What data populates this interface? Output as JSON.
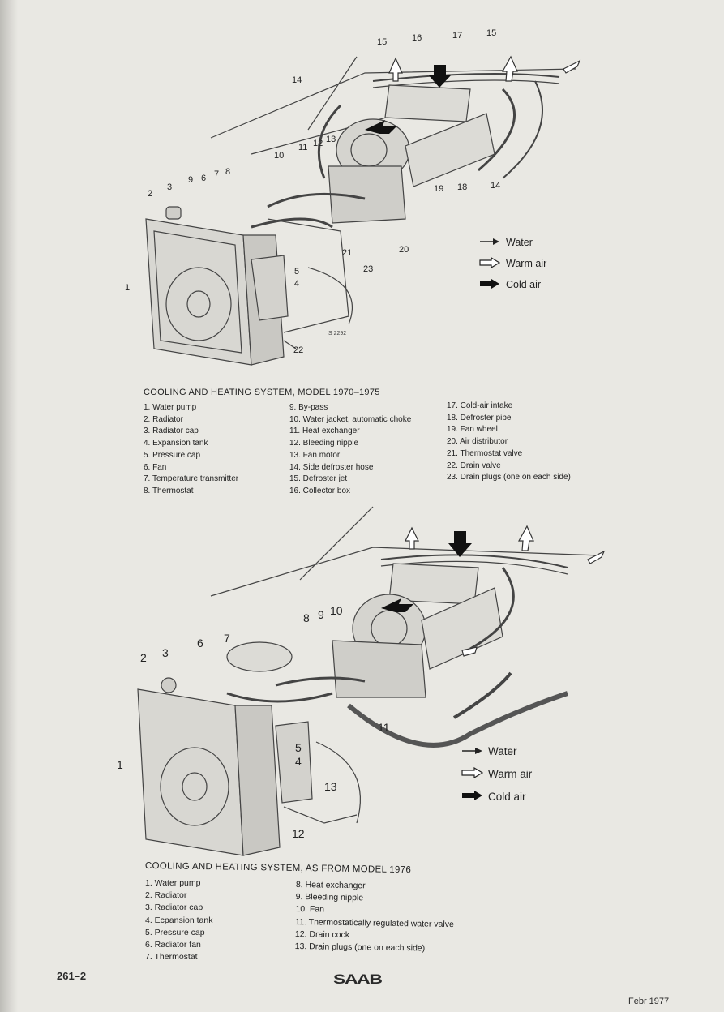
{
  "diagram_top": {
    "callouts": {
      "c1": "1",
      "c2": "2",
      "c3": "3",
      "c4": "4",
      "c5": "5",
      "c6": "6",
      "c7": "7",
      "c8": "8",
      "c9": "9",
      "c10": "10",
      "c11": "11",
      "c12": "12",
      "c13": "13",
      "c14a": "14",
      "c14b": "14",
      "c15a": "15",
      "c15b": "15",
      "c16": "16",
      "c17": "17",
      "c18": "18",
      "c19": "19",
      "c20": "20",
      "c21": "21",
      "c22": "22",
      "c23": "23"
    },
    "figure_code": "S 2292",
    "legend": {
      "water": "Water",
      "warm_air": "Warm air",
      "cold_air": "Cold air"
    },
    "caption": "COOLING AND HEATING SYSTEM, MODEL 1970–1975",
    "parts_col1": [
      "1. Water pump",
      "2. Radiator",
      "3. Radiator cap",
      "4. Expansion tank",
      "5. Pressure cap",
      "6. Fan",
      "7. Temperature transmitter",
      "8. Thermostat"
    ],
    "parts_col2": [
      "9. By-pass",
      "10. Water jacket, automatic choke",
      "11. Heat exchanger",
      "12. Bleeding nipple",
      "13. Fan motor",
      "14. Side defroster hose",
      "15. Defroster jet",
      "16. Collector box"
    ],
    "parts_col3": [
      "17. Cold-air intake",
      "18. Defroster pipe",
      "19. Fan wheel",
      "20. Air distributor",
      "21. Thermostat valve",
      "22. Drain valve",
      "23. Drain plugs (one on each side)"
    ]
  },
  "diagram_bottom": {
    "callouts": {
      "c1": "1",
      "c2": "2",
      "c3": "3",
      "c4": "4",
      "c5": "5",
      "c6": "6",
      "c7": "7",
      "c8": "8",
      "c9": "9",
      "c10": "10",
      "c11": "11",
      "c12": "12",
      "c13": "13"
    },
    "legend": {
      "water": "Water",
      "warm_air": "Warm air",
      "cold_air": "Cold air"
    },
    "caption": "COOLING AND HEATING SYSTEM, AS FROM MODEL 1976",
    "parts_col1": [
      "1. Water pump",
      "2. Radiator",
      "3. Radiator cap",
      "4. Ecpansion tank",
      "5. Pressure cap",
      "6. Radiator fan",
      "7. Thermostat"
    ],
    "parts_col2": [
      "8. Heat exchanger",
      "9. Bleeding nipple",
      "10. Fan",
      "11. Thermostatically regulated water valve",
      "12. Drain cock",
      "13. Drain plugs (one on each side)"
    ]
  },
  "footer": {
    "page_number": "261–2",
    "brand": "SAAB",
    "date": "Febr 1977"
  },
  "colors": {
    "paper": "#e9e8e3",
    "ink": "#2a2a2a"
  }
}
